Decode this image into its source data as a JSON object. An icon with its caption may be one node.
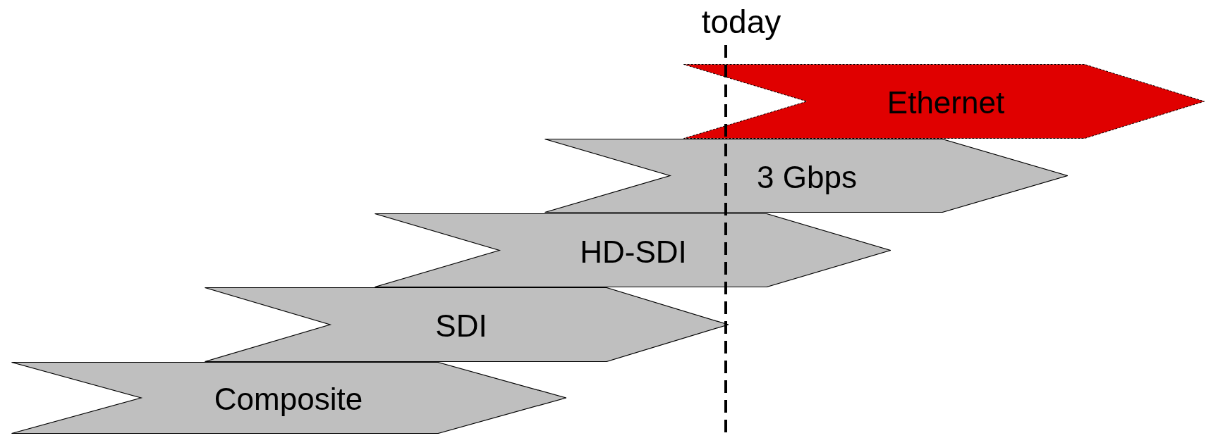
{
  "diagram": {
    "nodes": [
      {
        "text": [
          "Ethernet"
        ]
      },
      {
        "text": [
          "3 Gbps"
        ]
      },
      {
        "text": [
          "HD-SDI"
        ]
      },
      {
        "text": [
          "SDI"
        ]
      },
      {
        "text": [
          "Composite"
        ]
      }
    ],
    "labels": [
      "today"
    ]
  }
}
